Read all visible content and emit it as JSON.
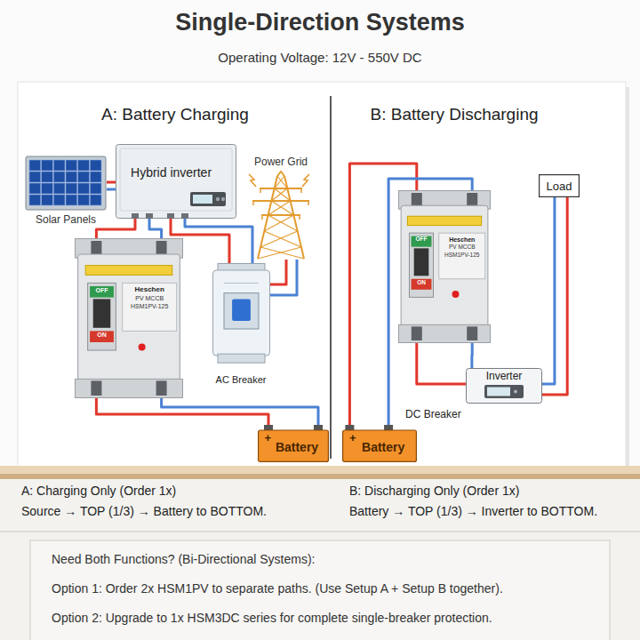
{
  "diagram": {
    "title": "Single-Direction Systems",
    "nodes": [
      {
        "text": [
          "Solar Panels"
        ]
      },
      {
        "text": [
          "Hybrid inverter"
        ]
      },
      {
        "text": [
          "Power Grid"
        ]
      },
      {
        "text": [
          "Heschen",
          "PV MCCB",
          "HSM1PV-125",
          "OFF",
          "ON"
        ]
      },
      {
        "text": [
          "AC Breaker"
        ]
      },
      {
        "text": [
          "+",
          "Battery"
        ]
      },
      {
        "text": [
          "Heschen",
          "PV MCCB",
          "HSM1PV-125",
          "OFF",
          "ON"
        ]
      },
      {
        "text": [
          "Load"
        ]
      },
      {
        "text": [
          "Inverter"
        ]
      },
      {
        "text": [
          "+",
          "Battery"
        ]
      }
    ],
    "edges": [
      {
        "from": 0,
        "to": 1,
        "arrow": "none"
      },
      {
        "from": 0,
        "to": 1,
        "arrow": "none"
      },
      {
        "from": 1,
        "to": 3,
        "arrow": "none"
      },
      {
        "from": 1,
        "to": 3,
        "arrow": "none"
      },
      {
        "from": 1,
        "to": 4,
        "arrow": "none"
      },
      {
        "from": 1,
        "to": 4,
        "arrow": "none"
      },
      {
        "from": 4,
        "to": 2,
        "arrow": "none"
      },
      {
        "from": 4,
        "to": 2,
        "arrow": "none"
      },
      {
        "from": 3,
        "to": 5,
        "arrow": "none"
      },
      {
        "from": 3,
        "to": 5,
        "arrow": "none"
      },
      {
        "from": 9,
        "to": 6,
        "arrow": "none"
      },
      {
        "from": 9,
        "to": 6,
        "arrow": "none"
      },
      {
        "from": 6,
        "to": 8,
        "arrow": "none"
      },
      {
        "from": 6,
        "to": 8,
        "arrow": "none"
      },
      {
        "from": 8,
        "to": 7,
        "arrow": "none"
      },
      {
        "from": 8,
        "to": 7,
        "arrow": "none"
      }
    ],
    "labels": [
      "Operating Voltage: 12V - 550V DC",
      "A: Battery Charging",
      "B: Battery Discharging",
      "DC Breaker",
      "A: Charging Only (Order 1x)",
      "Source → TOP (1/3) → Battery to BOTTOM.",
      "B: Discharging Only (Order 1x)",
      "Battery → TOP (1/3) → Inverter to BOTTOM.",
      "Need Both Functions? (Bi-Directional Systems):",
      "Option 1: Order 2x HSM1PV to separate paths. (Use Setup A + Setup B together).",
      "Option 2: Upgrade to 1x HSM3DC series for complete single-breaker protection."
    ]
  }
}
